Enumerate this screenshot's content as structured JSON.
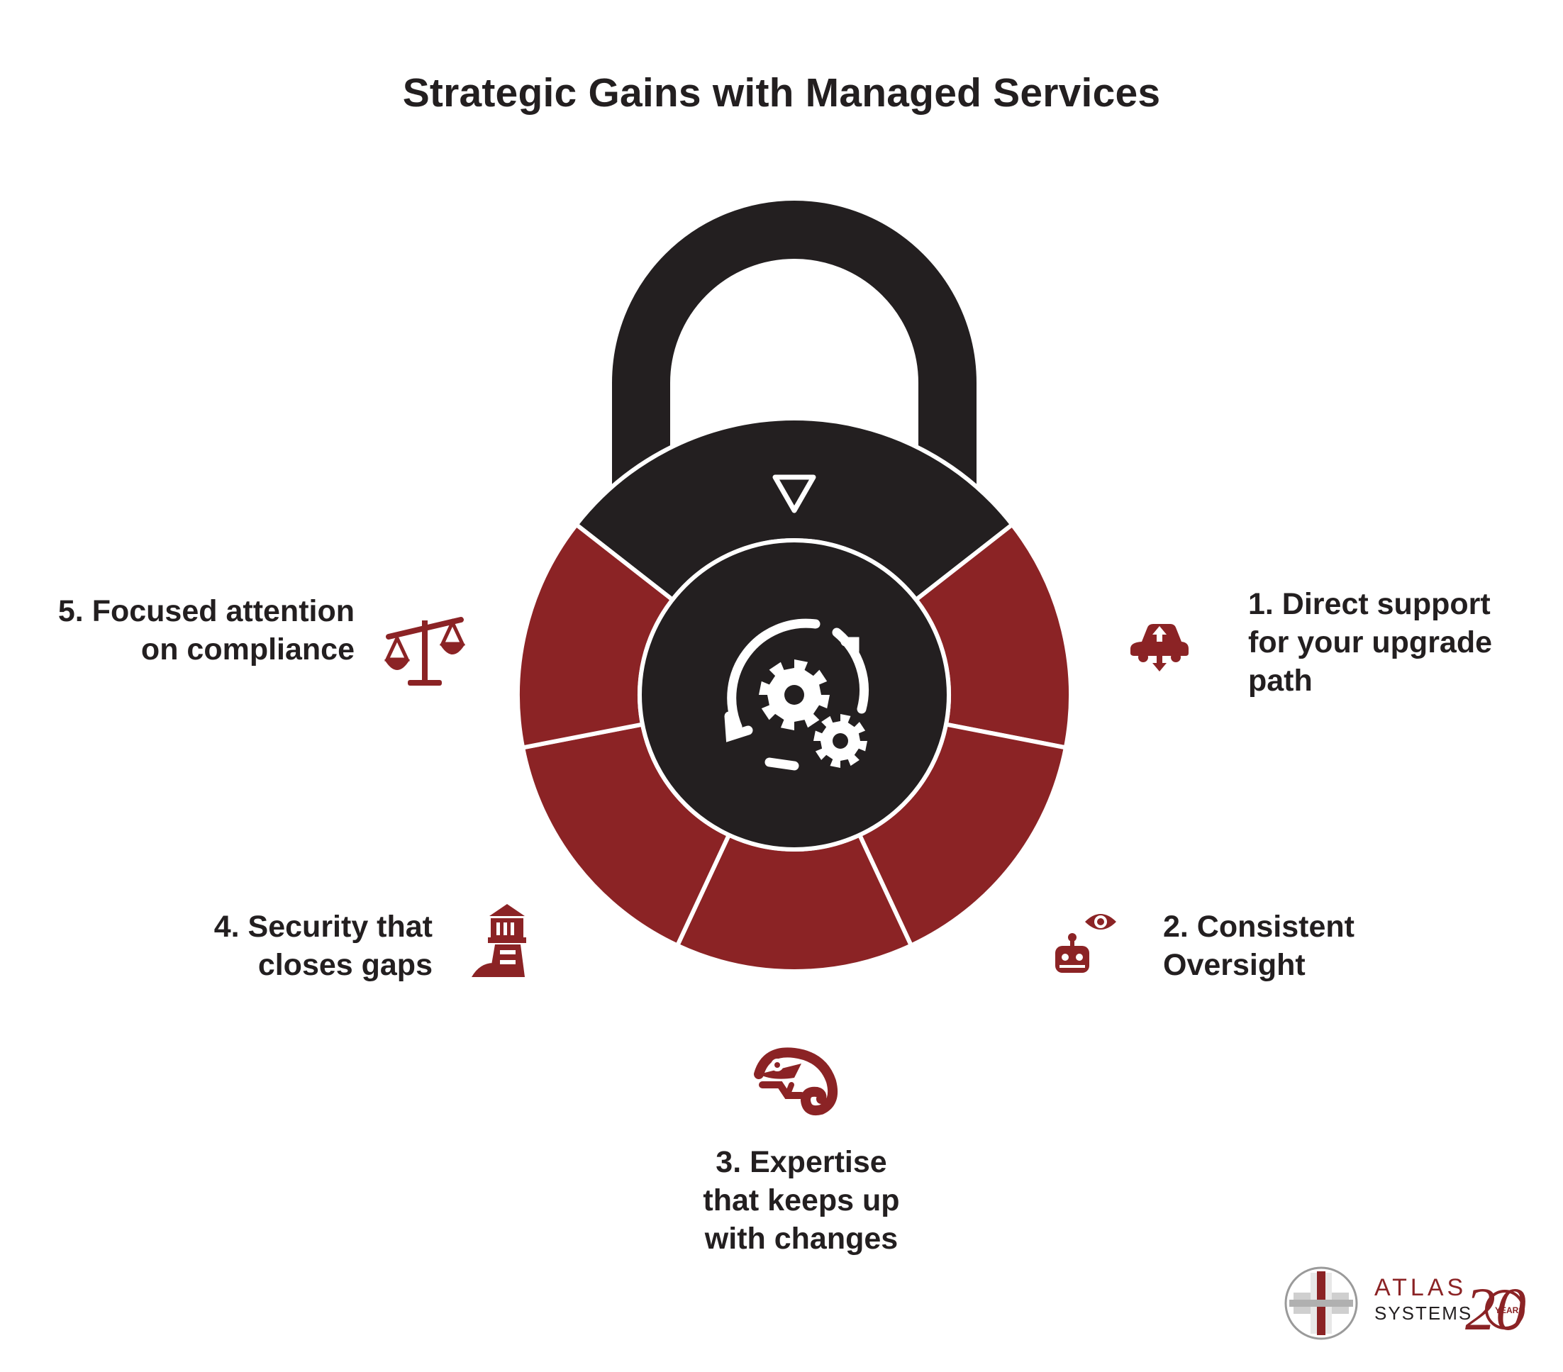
{
  "title": "Strategic Gains with Managed Services",
  "items": [
    {
      "number": "1.",
      "lines": [
        "1. Direct support",
        "for your upgrade",
        "path"
      ],
      "icon": "car-upload-icon"
    },
    {
      "number": "2.",
      "lines": [
        "2. Consistent",
        "Oversight"
      ],
      "icon": "robot-eye-icon"
    },
    {
      "number": "3.",
      "lines": [
        "3. Expertise",
        "that keeps up",
        "with changes"
      ],
      "icon": "chameleon-icon"
    },
    {
      "number": "4.",
      "lines": [
        "4. Security that",
        "closes gaps"
      ],
      "icon": "lighthouse-icon"
    },
    {
      "number": "5.",
      "lines": [
        "5. Focused attention",
        "on compliance"
      ],
      "icon": "balance-scale-icon"
    }
  ],
  "center_icon": "gears-cycle-icon",
  "top_marker_icon": "triangle-down-icon",
  "logo": {
    "line1": "ATLAS",
    "line2": "SYSTEMS",
    "badge": "YEARS",
    "badge_number": "20"
  },
  "colors": {
    "dark": "#231f20",
    "accent": "#8b2325",
    "white": "#ffffff"
  }
}
